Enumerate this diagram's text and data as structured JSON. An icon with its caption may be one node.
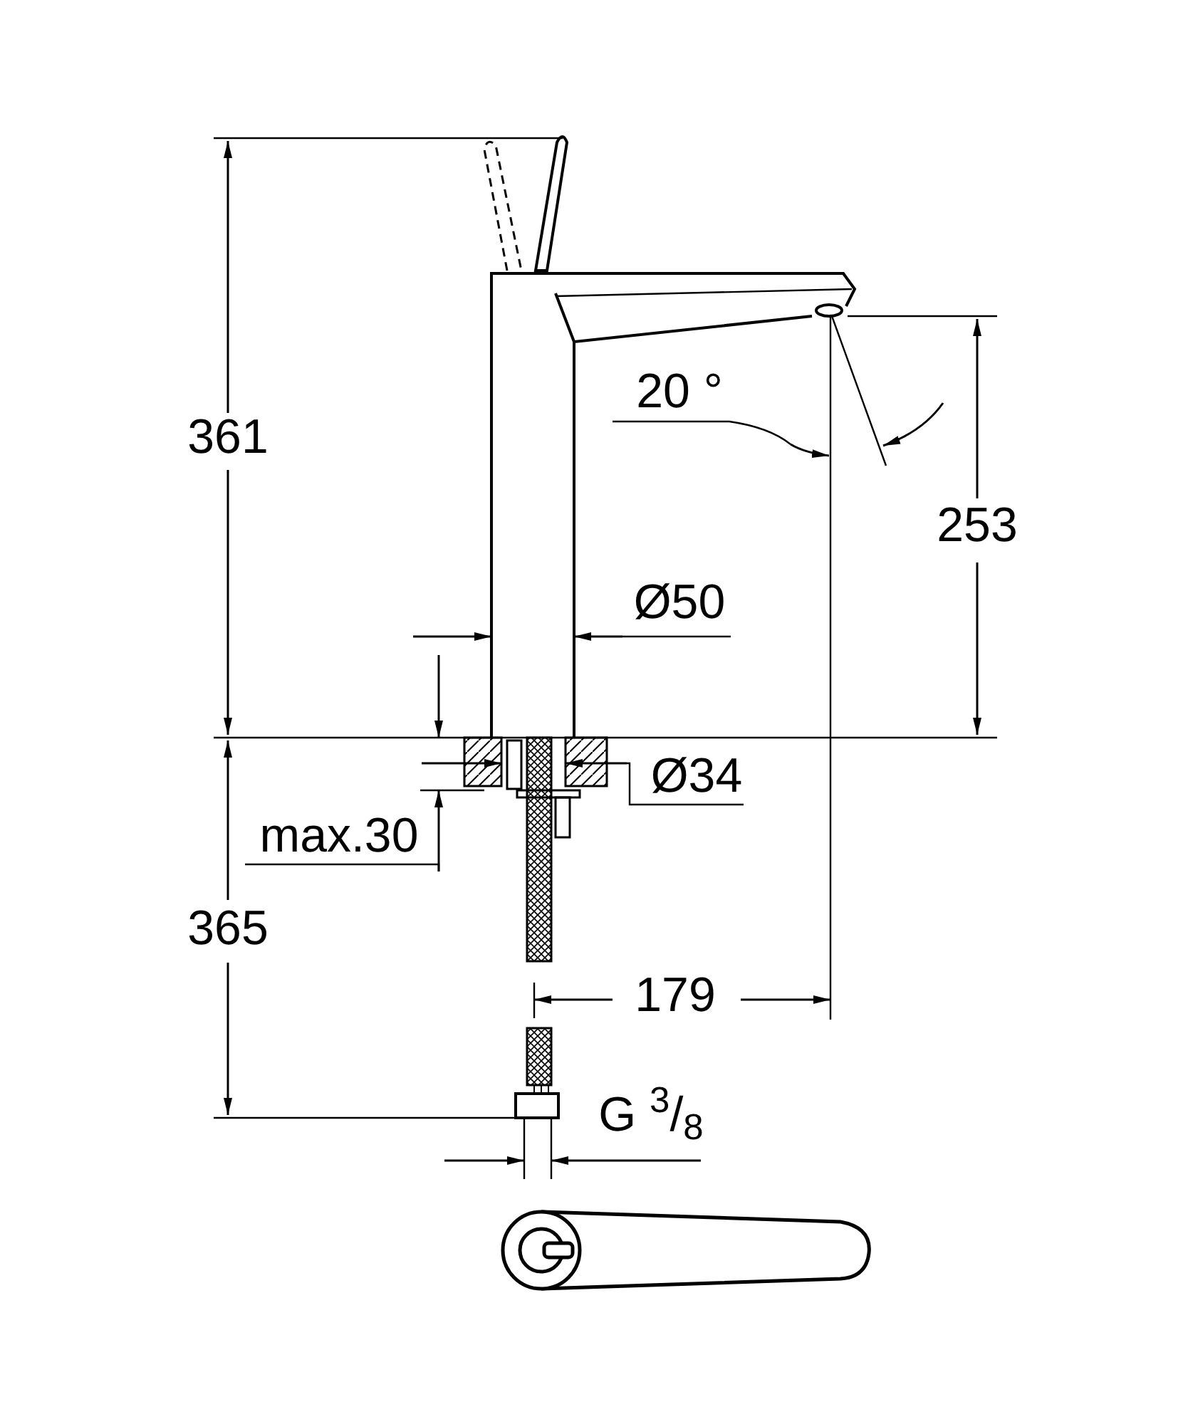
{
  "diagram": {
    "labels": [
      "361",
      "20 °",
      "253",
      "Ø50",
      "Ø34",
      "max.30",
      "365",
      "179",
      "G $^{3}$/$_{8}$"
    ]
  }
}
